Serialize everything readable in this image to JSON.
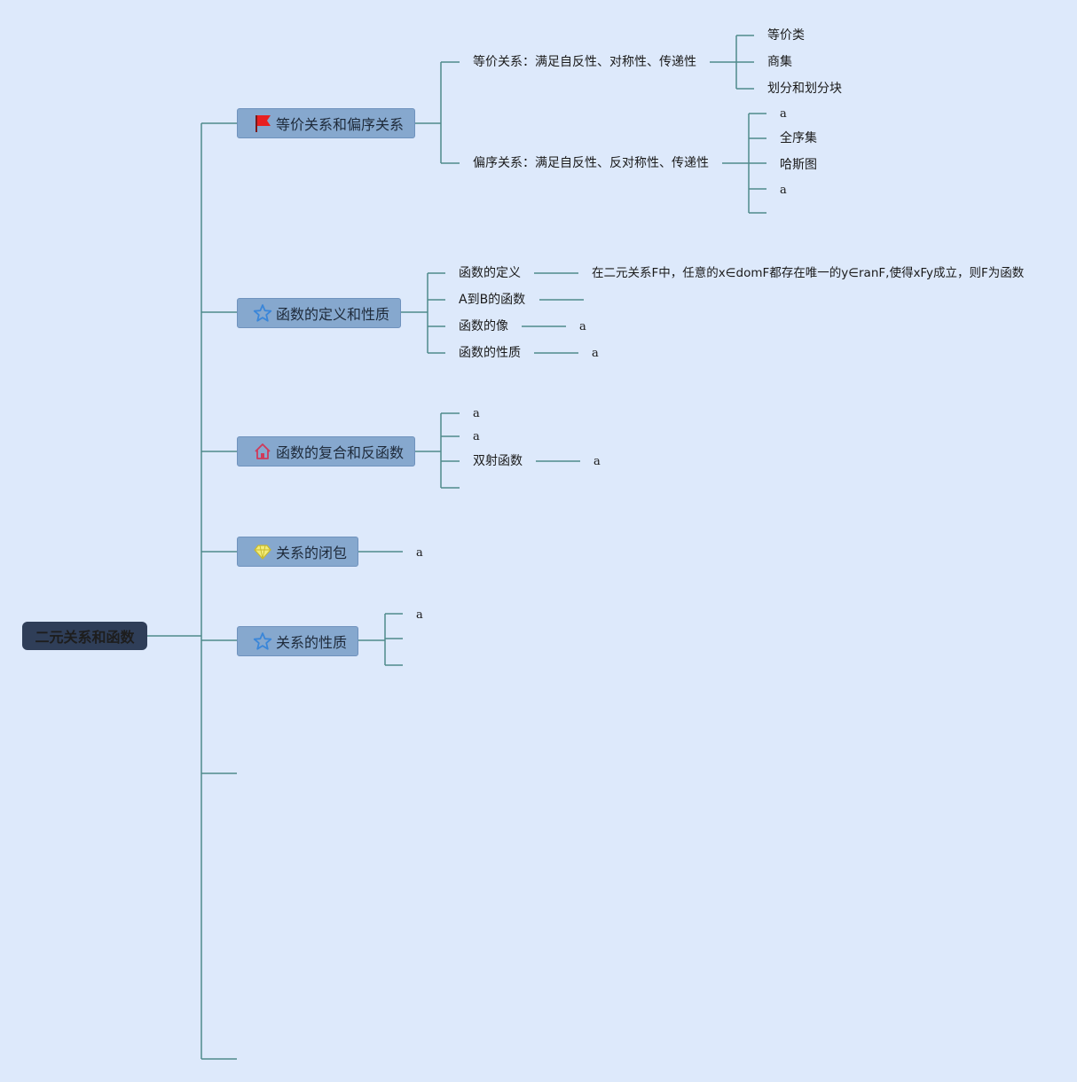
{
  "root": {
    "label": "二元关系和函数"
  },
  "topics": [
    {
      "label": "等价关系和偏序关系",
      "icon": "red-flag-icon",
      "children": [
        {
          "label": "等价关系：满足自反性、对称性、传递性",
          "children": [
            "等价类",
            "商集",
            "划分和划分块"
          ]
        },
        {
          "label": "偏序关系：满足自反性、反对称性、传递性",
          "children": [
            "a",
            "全序集",
            "哈斯图",
            "a",
            ""
          ]
        }
      ]
    },
    {
      "label": "函数的定义和性质",
      "icon": "star-icon",
      "children": [
        {
          "label": "函数的定义",
          "detail": "在二元关系F中，任意的x∈domF都存在唯一的y∈ranF,使得xFy成立，则F为函数"
        },
        {
          "label": "A到B的函数",
          "detail": ""
        },
        {
          "label": "函数的像",
          "detail": "a"
        },
        {
          "label": "函数的性质",
          "detail": "a"
        }
      ]
    },
    {
      "label": "函数的复合和反函数",
      "icon": "home-icon",
      "children": [
        {
          "label": "a"
        },
        {
          "label": "a"
        },
        {
          "label": "双射函数",
          "detail": "a"
        },
        {
          "label": ""
        }
      ]
    },
    {
      "label": "关系的闭包",
      "icon": "diamond-icon",
      "children": [
        {
          "label": "a"
        }
      ]
    },
    {
      "label": "关系的性质",
      "icon": "star-icon",
      "children": [
        {
          "label": "a"
        },
        {
          "label": ""
        },
        {
          "label": ""
        }
      ]
    },
    {
      "label": "",
      "empty": true
    },
    {
      "label": "",
      "empty": true
    }
  ],
  "colors": {
    "background": "#dde9fb",
    "connector": "#4f8a8b",
    "topic_fill": "#86a8ce",
    "root_fill": "#2f3e58",
    "flag": "#e82020",
    "star": "#3a86d9",
    "home": "#d03a5a",
    "diamond": "#e8e24a"
  }
}
